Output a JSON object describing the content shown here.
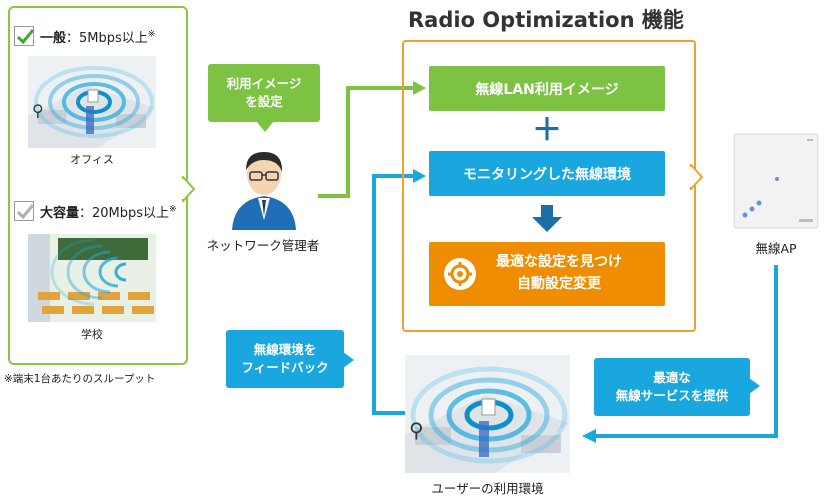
{
  "title": "Radio Optimization 機能",
  "left_panel": {
    "general": {
      "label": "一般",
      "speed": "：5Mbps以上",
      "mark": "※"
    },
    "office_label": "オフィス",
    "high_capacity": {
      "label": "大容量",
      "speed": "：20Mbps以上",
      "mark": "※"
    },
    "school_label": "学校",
    "footnote": "※端末1台あたりのスループット"
  },
  "image_bubble": {
    "line1": "利用イメージ",
    "line2": "を設定"
  },
  "admin_label": "ネットワーク管理者",
  "steps": {
    "step1": "無線LAN利用イメージ",
    "plus": "＋",
    "step2": "モニタリングした無線環境",
    "step3_line1": "最適な設定を見つけ",
    "step3_line2": "自動設定変更"
  },
  "ap_label": "無線AP",
  "feedback_bubble": {
    "line1": "無線環境を",
    "line2": "フィードバック"
  },
  "service_bubble": {
    "line1": "最適な",
    "line2": "無線サービスを提供"
  },
  "user_env_label": "ユーザーの利用環境",
  "colors": {
    "green": "#7dc242",
    "blue": "#1aa6df",
    "orange": "#f08c00",
    "frame_orange": "#f0a030",
    "panel_green": "#8cc63f"
  }
}
